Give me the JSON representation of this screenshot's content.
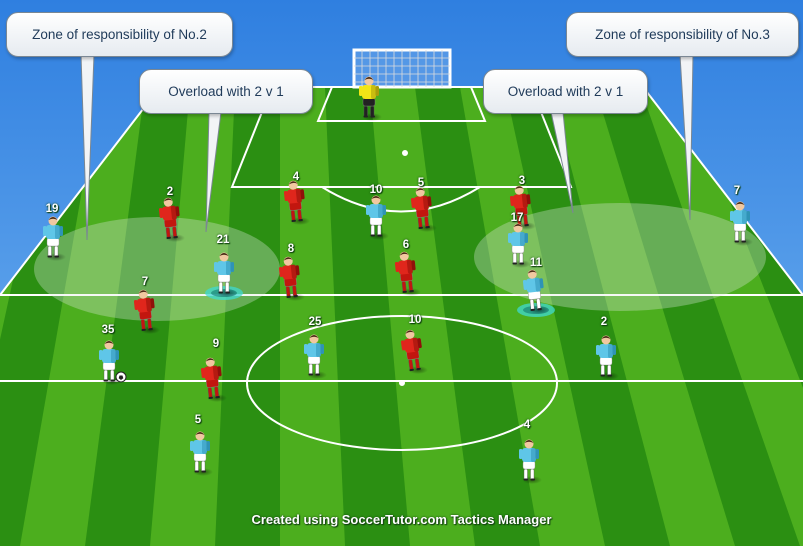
{
  "callouts": {
    "zone_no2": "Zone of responsibility of No.2",
    "overload_left": "Overload with 2 v 1",
    "overload_right": "Overload with 2 v 1",
    "zone_no3": "Zone of responsibility of No.3"
  },
  "credit": "Created using SoccerTutor.com Tactics Manager",
  "colors": {
    "sky": "#3d8de6",
    "grass_light": "#4cae1e",
    "grass_dark": "#2b8f12",
    "lines": "#ffffff",
    "blue_team": "#5fc6e8",
    "red_team": "#e0261c",
    "highlight_ring": "#3fd8d2"
  },
  "players": [
    {
      "team": "blue",
      "number": "19"
    },
    {
      "team": "red",
      "number": "2"
    },
    {
      "team": "blue",
      "number": "21"
    },
    {
      "team": "red",
      "number": "4"
    },
    {
      "team": "blue",
      "number": "10"
    },
    {
      "team": "red",
      "number": "5"
    },
    {
      "team": "red",
      "number": "3"
    },
    {
      "team": "blue",
      "number": "17"
    },
    {
      "team": "blue",
      "number": "7"
    },
    {
      "team": "red",
      "number": "8"
    },
    {
      "team": "red",
      "number": "6"
    },
    {
      "team": "blue",
      "number": "11"
    },
    {
      "team": "red",
      "number": "7"
    },
    {
      "team": "blue",
      "number": "35"
    },
    {
      "team": "blue",
      "number": "25"
    },
    {
      "team": "red",
      "number": "10"
    },
    {
      "team": "blue",
      "number": "2"
    },
    {
      "team": "red",
      "number": "9"
    },
    {
      "team": "blue",
      "number": "5"
    },
    {
      "team": "blue",
      "number": "4"
    },
    {
      "team": "yellow",
      "number": ""
    }
  ],
  "highlighted_players": [
    "21",
    "11"
  ]
}
